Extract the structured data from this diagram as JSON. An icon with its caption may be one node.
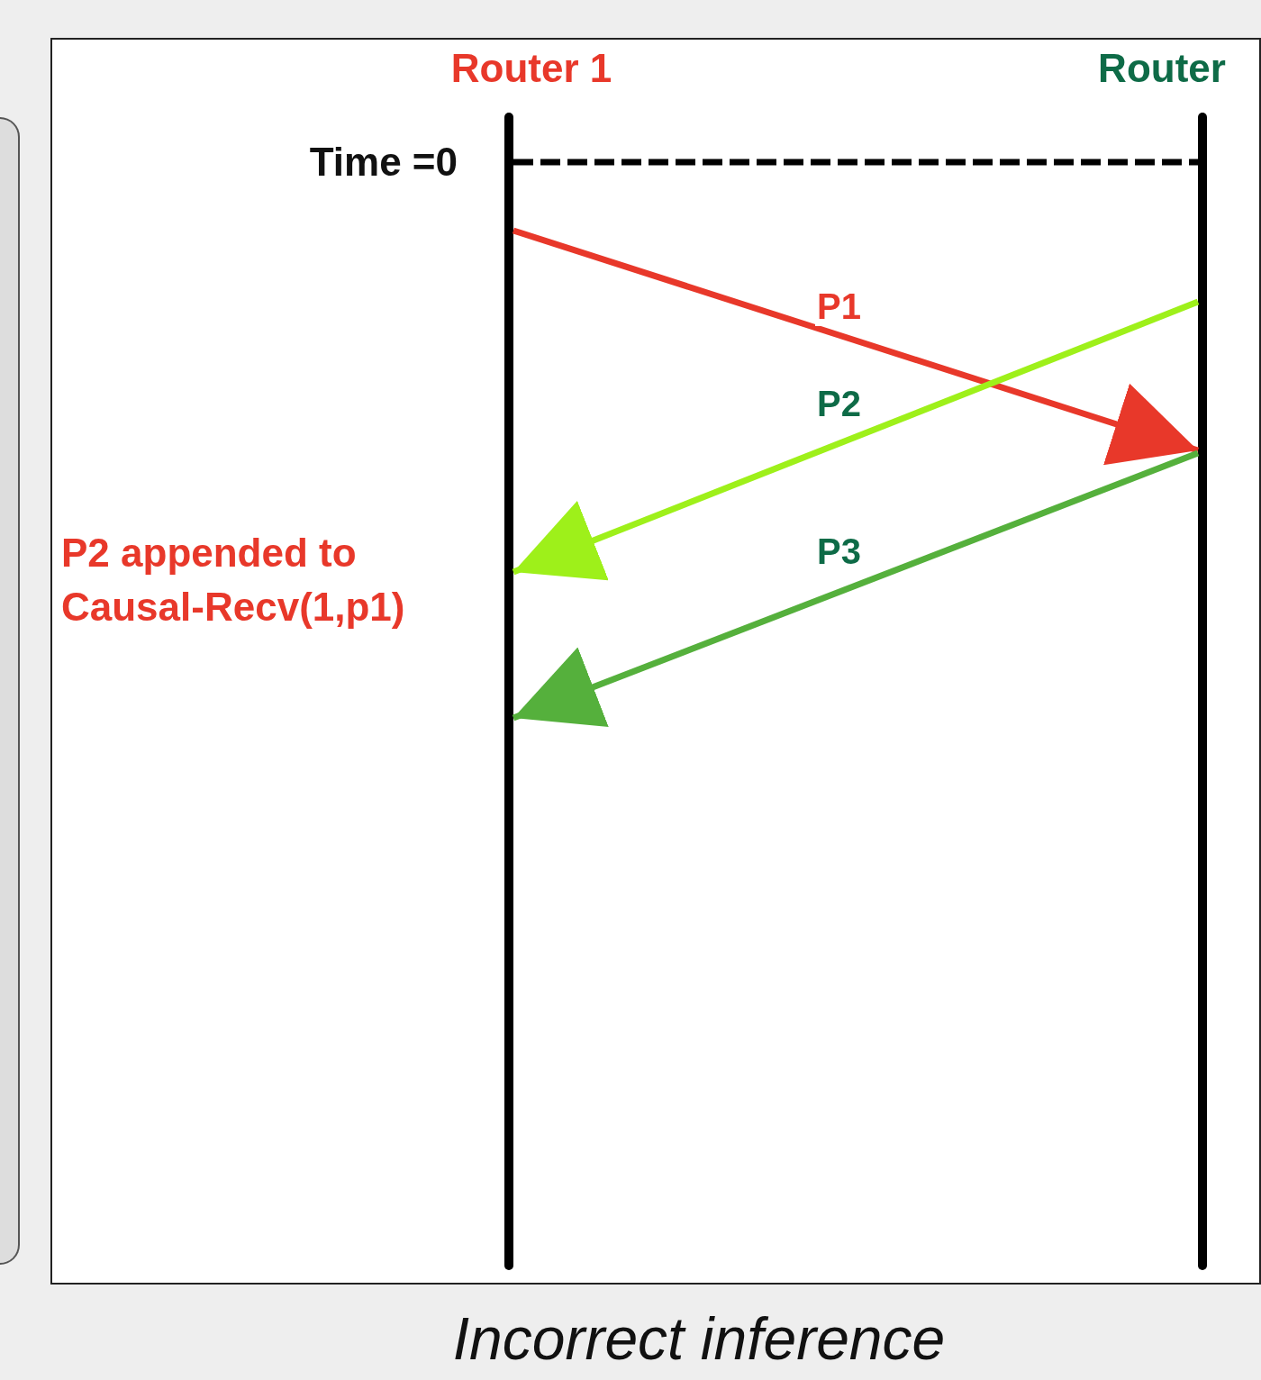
{
  "diagram": {
    "caption": "Incorrect inference",
    "nodes": [
      {
        "text": [
          "Router 1"
        ]
      },
      {
        "text": [
          "Router"
        ]
      }
    ],
    "edges": [
      {
        "from": 0,
        "to": 1,
        "arrow": "none",
        "style": "dashed",
        "color": "#000000"
      },
      {
        "from": 0,
        "to": 1,
        "arrow": "to",
        "label": "P1",
        "color": "#e8382a"
      },
      {
        "from": 1,
        "to": 0,
        "arrow": "to",
        "label": "P2",
        "color": "#9ef01a"
      },
      {
        "from": 1,
        "to": 0,
        "arrow": "to",
        "label": "P3",
        "color": "#55b03c"
      }
    ],
    "labels": [
      "Time =0",
      "P2 appended to Causal-Recv(1,p1)"
    ]
  }
}
